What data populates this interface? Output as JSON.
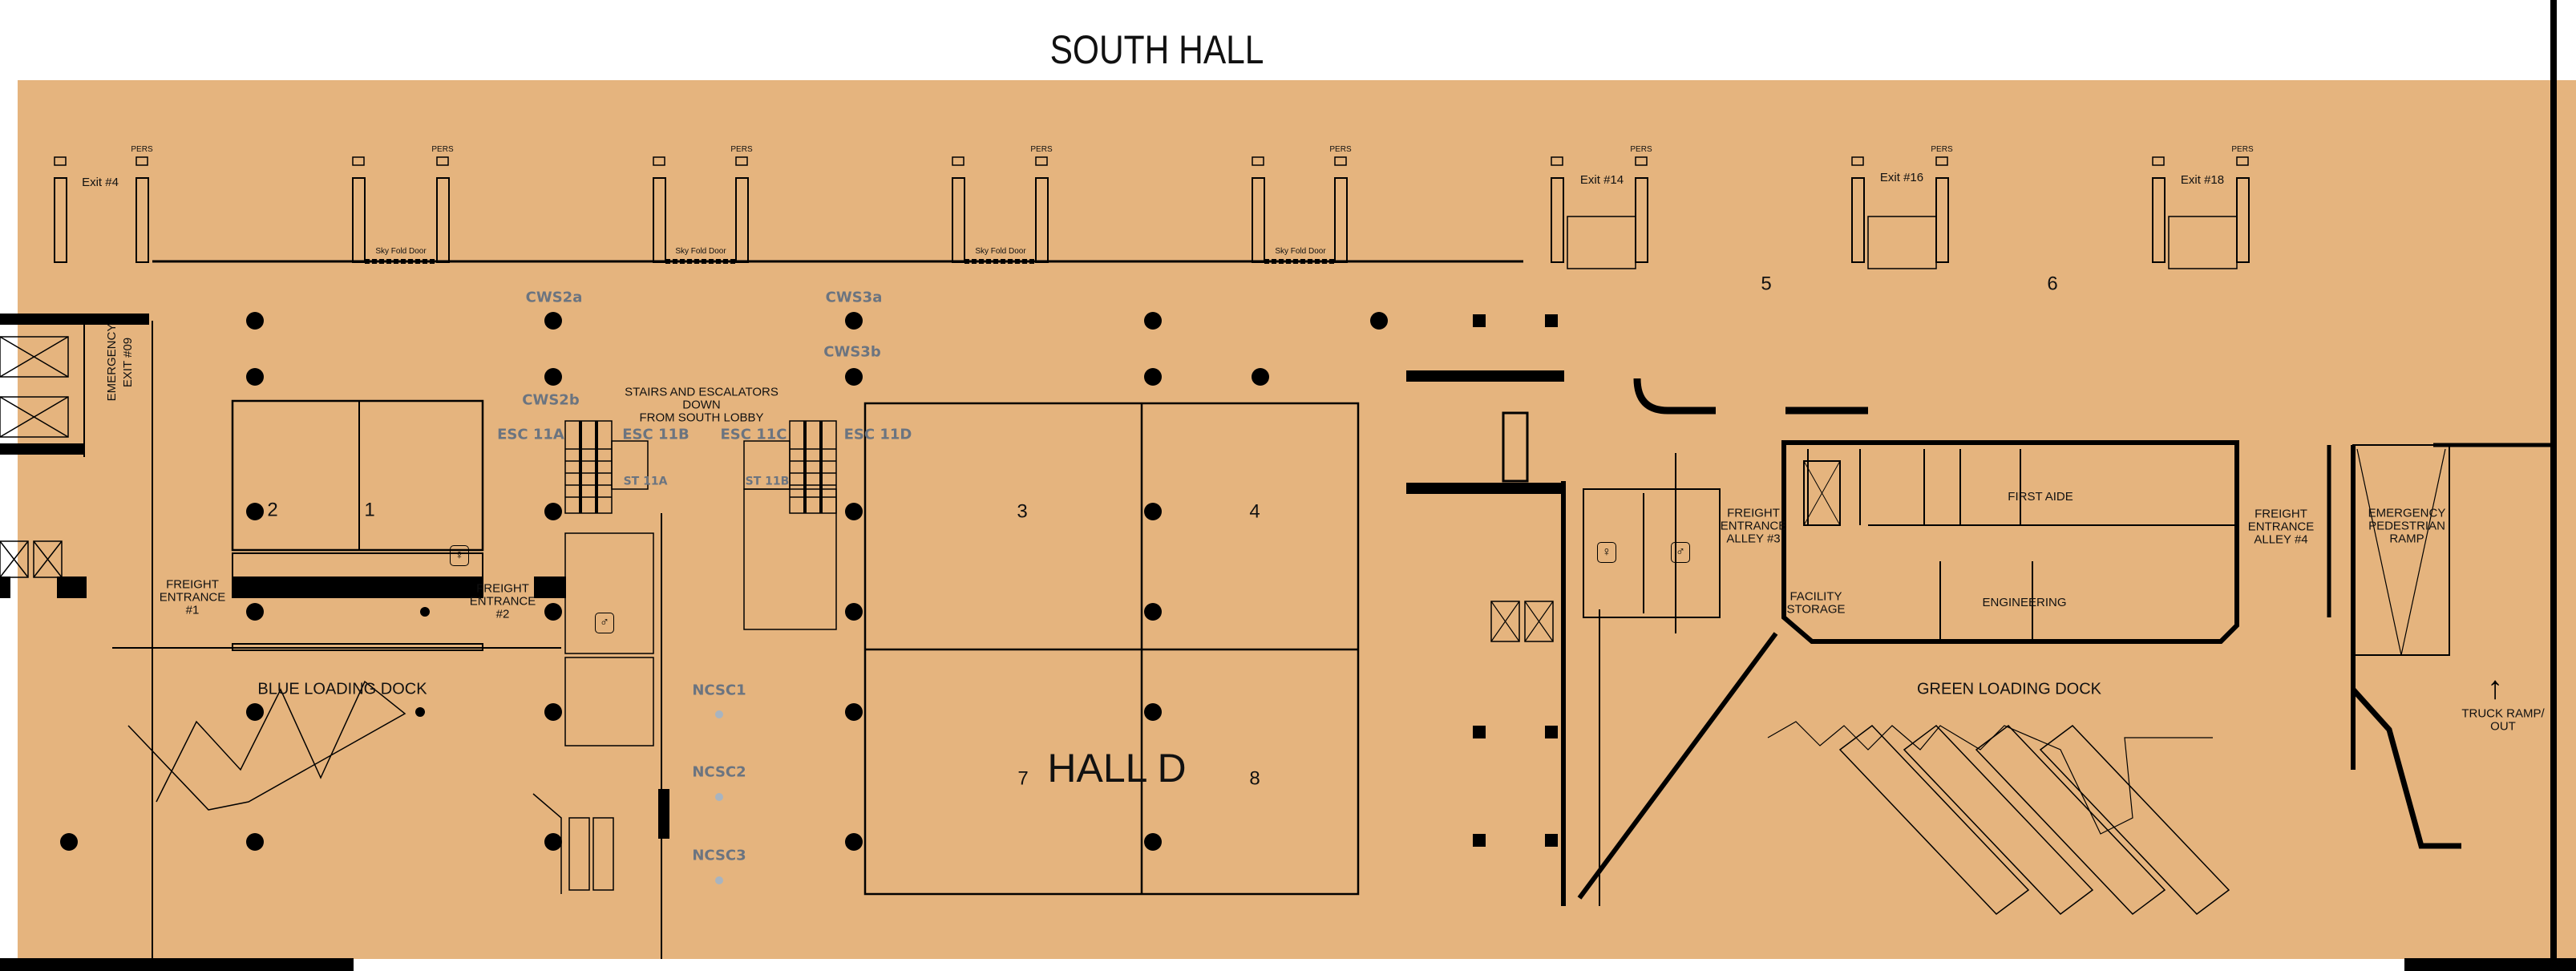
{
  "title": "SOUTH HALL",
  "hall_name": "HALL D",
  "colors": {
    "floor": "#E5B47E",
    "wall": "#000000",
    "background": "#FFFFFF",
    "service_label": "#6B7480",
    "service_dot": "#A8B4C0"
  },
  "exits": [
    {
      "label": "Exit #4"
    },
    {
      "label": "Exit #14"
    },
    {
      "label": "Exit #16"
    },
    {
      "label": "Exit #18"
    }
  ],
  "pers_label": "PERS",
  "sky_fold_door_label": "Sky Fold Door",
  "emergency_exit": {
    "line1": "EMERGENCY",
    "line2": "EXIT #09"
  },
  "stairs_note": {
    "line1": "STAIRS AND ESCALATORS",
    "line2": "DOWN",
    "line3": "FROM  SOUTH LOBBY"
  },
  "service_points": [
    {
      "label": "CWS2a"
    },
    {
      "label": "CWS2b"
    },
    {
      "label": "CWS3a"
    },
    {
      "label": "CWS3b"
    },
    {
      "label": "ESC 11A"
    },
    {
      "label": "ESC 11B"
    },
    {
      "label": "ESC 11C"
    },
    {
      "label": "ESC 11D"
    },
    {
      "label": "ST 11A"
    },
    {
      "label": "ST 11B"
    },
    {
      "label": "NCSC1"
    },
    {
      "label": "NCSC2"
    },
    {
      "label": "NCSC3"
    }
  ],
  "rooms": {
    "room_1": "1",
    "room_2": "2",
    "room_3": "3",
    "room_4": "4",
    "room_5": "5",
    "room_6": "6",
    "room_7": "7",
    "room_8": "8"
  },
  "areas": {
    "freight_entrance_1": {
      "line1": "FREIGHT",
      "line2": "ENTRANCE",
      "line3": "#1"
    },
    "freight_entrance_2": {
      "line1": "FREIGHT",
      "line2": "ENTRANCE",
      "line3": "#2"
    },
    "blue_loading_dock": "BLUE LOADING DOCK",
    "freight_alley_3": {
      "line1": "FREIGHT",
      "line2": "ENTRANCE",
      "line3": "ALLEY #3"
    },
    "freight_alley_4": {
      "line1": "FREIGHT",
      "line2": "ENTRANCE",
      "line3": "ALLEY #4"
    },
    "facility_storage": {
      "line1": "FACILITY",
      "line2": "STORAGE"
    },
    "engineering": "ENGINEERING",
    "first_aide": "FIRST AIDE",
    "green_loading_dock": "GREEN LOADING DOCK",
    "emergency_ramp": {
      "line1": "EMERGENCY",
      "line2": "PEDESTRIAN",
      "line3": "RAMP"
    },
    "truck_ramp": {
      "line1": "TRUCK RAMP/",
      "line2": "OUT"
    }
  },
  "icons": {
    "restroom_women": "restroom-women-icon",
    "restroom_men": "restroom-men-icon",
    "arrow_up": "arrow-up-icon"
  }
}
